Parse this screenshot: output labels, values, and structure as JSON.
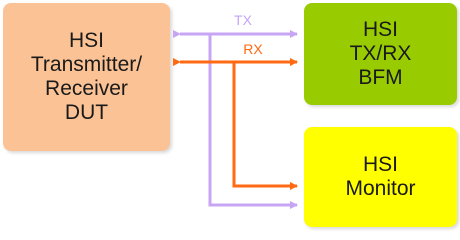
{
  "colors": {
    "dut_fill": "#fbc395",
    "bfm_fill": "#99cc00",
    "monitor_fill": "#ffff00",
    "tx_line": "#c7a4f4",
    "rx_line": "#ff6a13"
  },
  "blocks": {
    "dut": {
      "label": "HSI\nTransmitter/\nReceiver\nDUT"
    },
    "bfm": {
      "label": "HSI\nTX/RX\nBFM"
    },
    "monitor": {
      "label": "HSI\nMonitor"
    }
  },
  "signals": {
    "tx": {
      "label": "TX"
    },
    "rx": {
      "label": "RX"
    }
  }
}
